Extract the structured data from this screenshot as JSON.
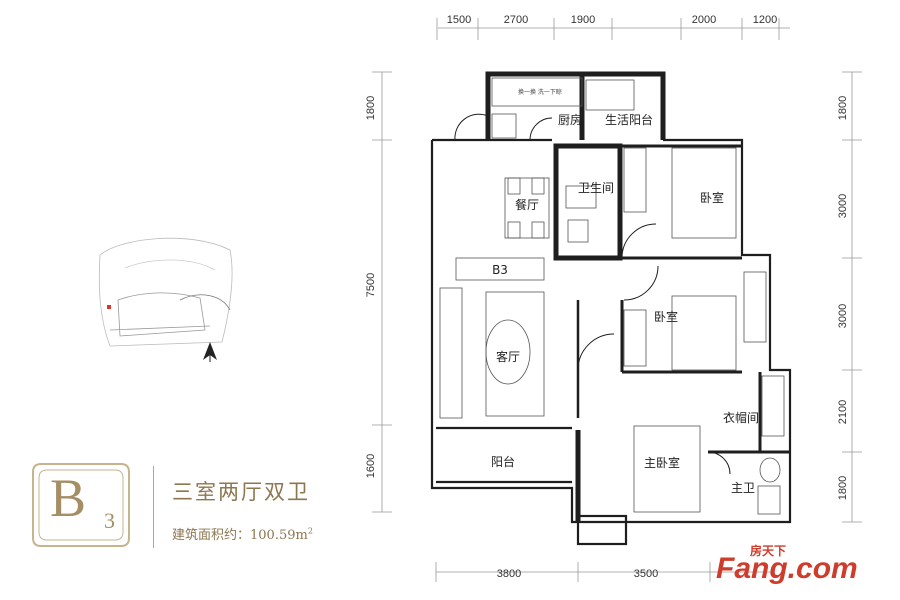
{
  "dimensions": {
    "top": [
      "1500",
      "2700",
      "1900",
      "2000",
      "1200"
    ],
    "bottom": [
      "3800",
      "3500"
    ],
    "left": [
      "1800",
      "7500",
      "1600"
    ],
    "right": [
      "1800",
      "3000",
      "3000",
      "2100",
      "1800"
    ]
  },
  "rooms": {
    "kitchen": "厨房",
    "utility_balcony": "生活阳台",
    "bathroom": "卫生间",
    "dining": "餐厅",
    "bedroom_1": "卧室",
    "bedroom_2": "卧室",
    "living": "客厅",
    "cloakroom": "衣帽间",
    "master_bedroom": "主卧室",
    "master_bath": "主卫",
    "balcony": "阳台"
  },
  "labels": {
    "tv_wall": "B3",
    "appliance_note": "换一换 洗一下晾"
  },
  "badge": {
    "letter": "B",
    "sub": "3"
  },
  "title": "三室两厅双卫",
  "area_label": "建筑面积约：100.59m",
  "area_sup": "2",
  "watermark": {
    "cn": "房天下",
    "brand": "Fang",
    "dot": ".com"
  },
  "colors": {
    "accent": "#8e7650",
    "watermark": "#cf3c2c",
    "wall": "#1e1e1e"
  },
  "icons": {
    "compass": "north-arrow-icon"
  }
}
